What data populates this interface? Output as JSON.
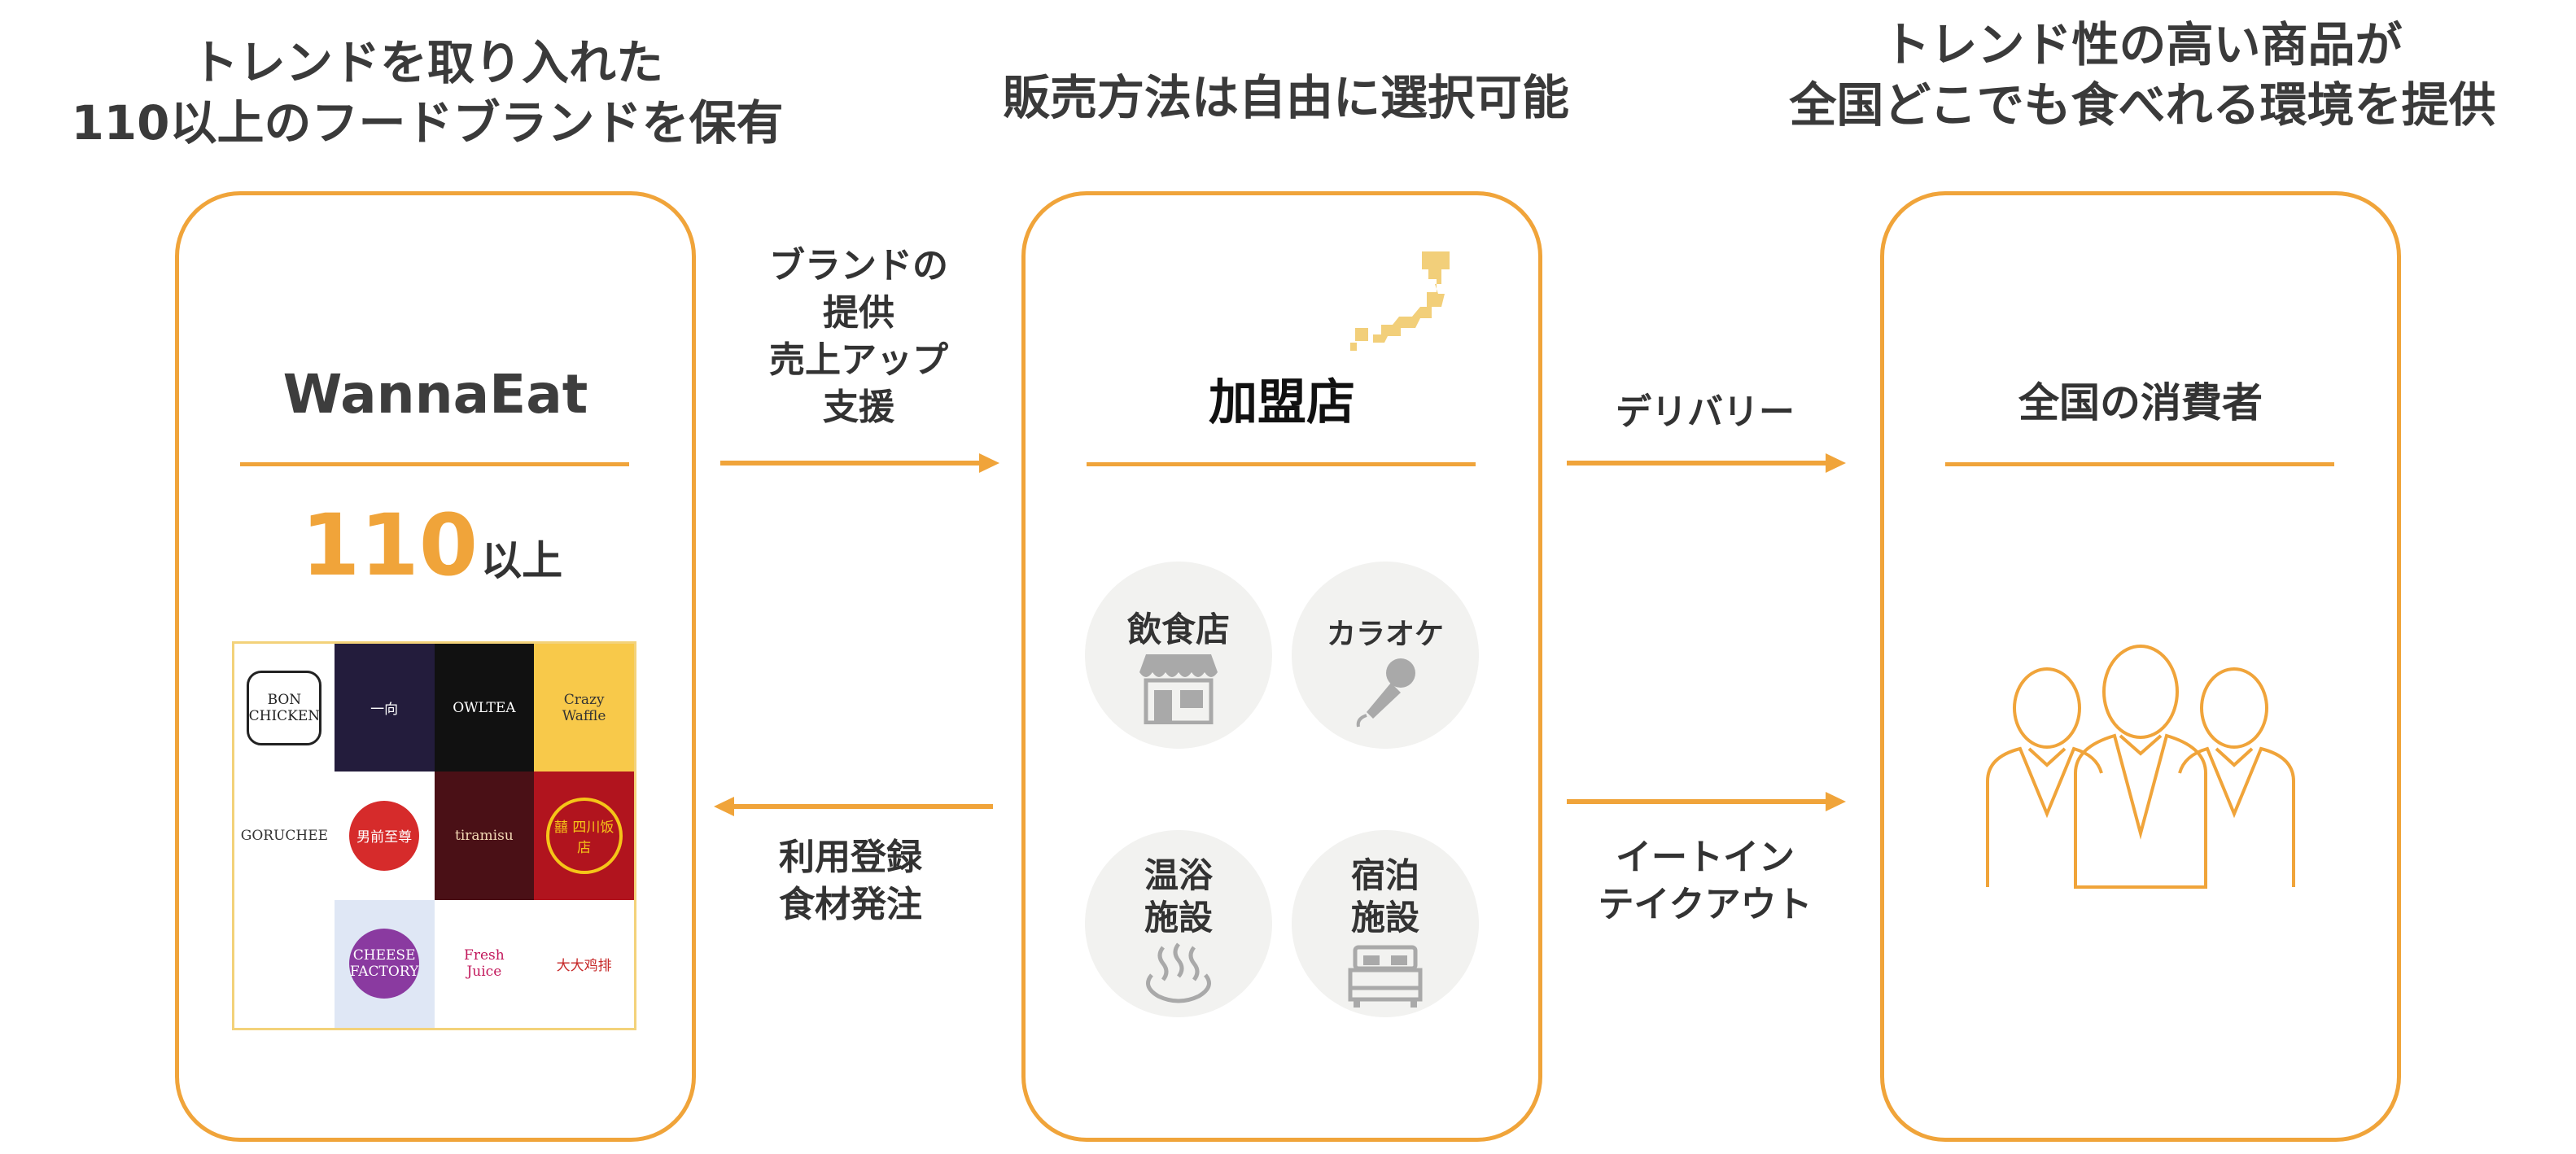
{
  "headings": {
    "left": [
      "トレンドを取り入れた",
      "110以上のフードブランドを保有"
    ],
    "middle": "販売方法は自由に選択可能",
    "right": [
      "トレンド性の高い商品が",
      "全国どこでも食べれる環境を提供"
    ]
  },
  "panels": {
    "wannaeat": {
      "title": "WannaEat",
      "count_value": "110",
      "count_unit": "以上",
      "logos": [
        {
          "name": "BON CHICKEN",
          "bg": "#ffffff",
          "fg": "#222222"
        },
        {
          "name": "一向",
          "bg": "#231c3c",
          "fg": "#ffffff"
        },
        {
          "name": "OWLTEA",
          "bg": "#111111",
          "fg": "#ffffff"
        },
        {
          "name": "Crazy Waffle",
          "bg": "#f8c94a",
          "fg": "#333333"
        },
        {
          "name": "GORUCHEE",
          "bg": "#ffffff",
          "fg": "#333333"
        },
        {
          "name": "男前至尊",
          "bg": "#ffffff",
          "fg": "#ffffff"
        },
        {
          "name": "tiramisu",
          "bg": "#4a1016",
          "fg": "#f3d9b5"
        },
        {
          "name": "囍 四川饭店",
          "bg": "#b1141e",
          "fg": "#f5c518"
        },
        {
          "name": "",
          "bg": "#ffffff",
          "fg": "#333333"
        },
        {
          "name": "CHEESE FACTORY",
          "bg": "#dfe7f5",
          "fg": "#8a3aa0"
        },
        {
          "name": "Fresh Juice",
          "bg": "#ffffff",
          "fg": "#c2185b"
        },
        {
          "name": "大大鸡排",
          "bg": "#ffffff",
          "fg": "#c62828"
        }
      ]
    },
    "franchise": {
      "title": "加盟店",
      "venues": [
        {
          "label": "飲食店",
          "icon": "storefront-icon"
        },
        {
          "label": "カラオケ",
          "icon": "microphone-icon"
        },
        {
          "label": "温浴\n施設",
          "icon": "hot-spring-icon"
        },
        {
          "label": "宿泊\n施設",
          "icon": "bed-icon"
        }
      ]
    },
    "consumers": {
      "title": "全国の消費者"
    }
  },
  "flows": {
    "to_franchise": [
      "ブランドの",
      "提供",
      "売上アップ",
      "支援"
    ],
    "to_wannaeat": [
      "利用登録",
      "食材発注"
    ],
    "delivery": "デリバリー",
    "eat_in": [
      "イートイン",
      "テイクアウト"
    ]
  },
  "colors": {
    "accent": "#f0a43a",
    "map": "#f2cf7a",
    "icon_gray": "#a9a9a9",
    "circle_bg": "#f2f2f0"
  }
}
